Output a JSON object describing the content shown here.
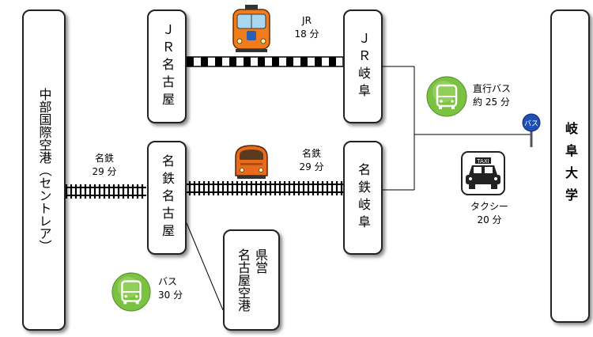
{
  "stations": {
    "centrair": "中部国際空港（セントレア）",
    "jr_nagoya": "ＪＲ名古屋",
    "meitetsu_nagoya": "名鉄名古屋",
    "jr_gifu": "ＪＲ岐阜",
    "meitetsu_gifu": "名鉄岐阜",
    "gifu_university": "岐阜大学",
    "prefectural_airport_line1": "県営",
    "prefectural_airport_line2": "名古屋空港"
  },
  "routes": {
    "centrair_meitetsu": "名鉄\n29 分",
    "jr": "JR\n18 分",
    "meitetsu": "名鉄\n29 分",
    "direct_bus": "直行バス\n約 25 分",
    "taxi": "タクシー\n20 分",
    "airport_bus": "バス\n30 分"
  },
  "icons": {
    "bus_stop_sign": "バス",
    "taxi_sign": "TAXI",
    "jr_train": "train-icon",
    "meitetsu_train": "meitetsu-train-icon",
    "bus": "bus-icon",
    "taxi": "taxi-icon"
  },
  "colors": {
    "bus_icon_green": "#7cc242",
    "jr_train_orange": "#f07d1a",
    "meitetsu_train_orange": "#e86a1c",
    "bus_stop_blue": "#1d4fb8"
  }
}
